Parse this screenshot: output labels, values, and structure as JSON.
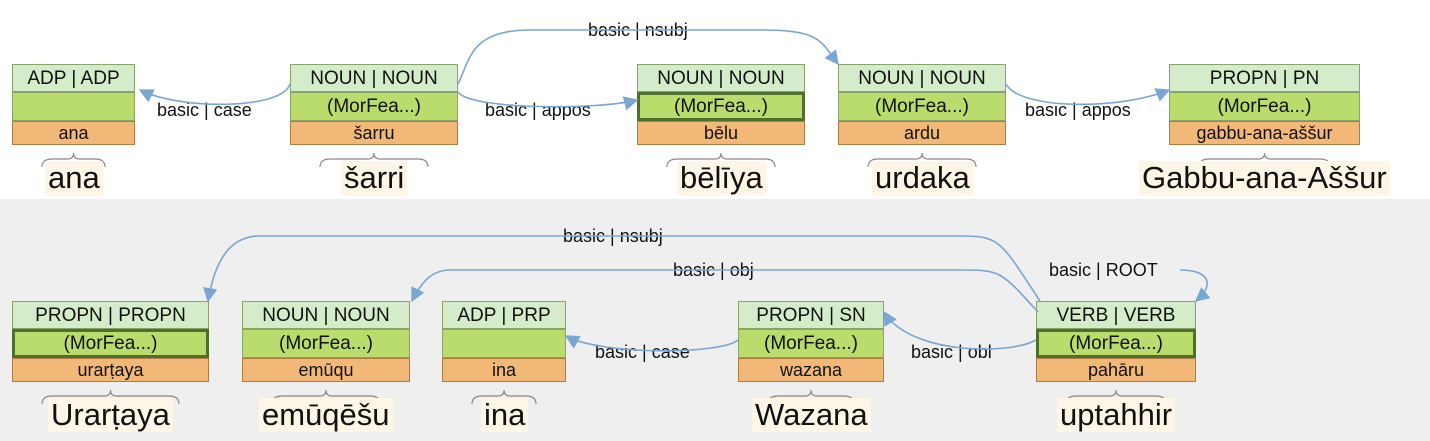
{
  "sentences": [
    {
      "tokens": [
        {
          "pos": "ADP | ADP",
          "feat": "",
          "lemma": "ana",
          "word": "ana"
        },
        {
          "pos": "NOUN | NOUN",
          "feat": "(MorFea...)",
          "lemma": "šarru",
          "word": "šarri"
        },
        {
          "pos": "NOUN | NOUN",
          "feat": "(MorFea...)",
          "lemma": "bēlu",
          "word": "bēlīya"
        },
        {
          "pos": "NOUN | NOUN",
          "feat": "(MorFea...)",
          "lemma": "ardu",
          "word": "urdaka"
        },
        {
          "pos": "PROPN | PN",
          "feat": "(MorFea...)",
          "lemma": "gabbu-ana-aššur",
          "word": "Gabbu-ana-Aššur"
        }
      ],
      "arcs": [
        {
          "label": "basic | case"
        },
        {
          "label": "basic | appos"
        },
        {
          "label": "basic | nsubj"
        },
        {
          "label": "basic | appos"
        }
      ]
    },
    {
      "tokens": [
        {
          "pos": "PROPN | PROPN",
          "feat": "(MorFea...)",
          "lemma": "urarṭaya",
          "word": "Urarṭaya"
        },
        {
          "pos": "NOUN | NOUN",
          "feat": "(MorFea...)",
          "lemma": "emūqu",
          "word": "emūqēšu"
        },
        {
          "pos": "ADP | PRP",
          "feat": "",
          "lemma": "ina",
          "word": "ina"
        },
        {
          "pos": "PROPN | SN",
          "feat": "(MorFea...)",
          "lemma": "wazana",
          "word": "Wazana"
        },
        {
          "pos": "VERB | VERB",
          "feat": "(MorFea...)",
          "lemma": "pahāru",
          "word": "uptahhir"
        }
      ],
      "arcs": [
        {
          "label": "basic | nsubj"
        },
        {
          "label": "basic | obj"
        },
        {
          "label": "basic | ROOT"
        },
        {
          "label": "basic | case"
        },
        {
          "label": "basic | obl"
        }
      ]
    }
  ]
}
